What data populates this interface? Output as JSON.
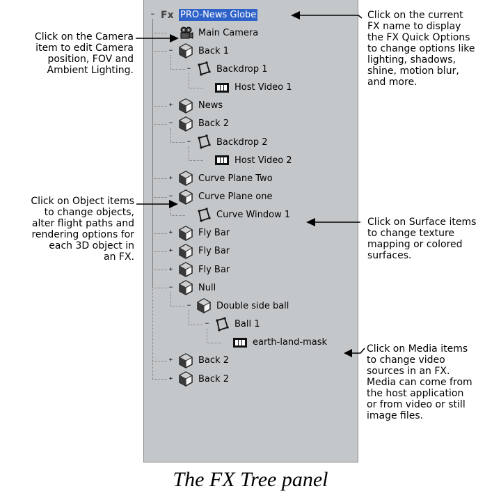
{
  "tree": [
    {
      "label": "PRO-News Globe",
      "icon": "fx-icon",
      "expander": "−",
      "depth": 0,
      "selected": true
    },
    {
      "label": "Main Camera",
      "icon": "camera-icon",
      "expander": "",
      "depth": 1
    },
    {
      "label": "Back 1",
      "icon": "object-icon",
      "expander": "−",
      "depth": 1
    },
    {
      "label": "Backdrop 1",
      "icon": "surface-icon",
      "expander": "−",
      "depth": 2
    },
    {
      "label": "Host Video 1",
      "icon": "media-icon",
      "expander": "",
      "depth": 3
    },
    {
      "label": "News",
      "icon": "object-icon",
      "expander": "+",
      "depth": 1
    },
    {
      "label": "Back 2",
      "icon": "object-icon",
      "expander": "−",
      "depth": 1
    },
    {
      "label": "Backdrop 2",
      "icon": "surface-icon",
      "expander": "−",
      "depth": 2
    },
    {
      "label": "Host Video 2",
      "icon": "media-icon",
      "expander": "",
      "depth": 3
    },
    {
      "label": "Curve Plane Two",
      "icon": "object-icon",
      "expander": "+",
      "depth": 1
    },
    {
      "label": "Curve Plane one",
      "icon": "object-icon",
      "expander": "−",
      "depth": 1
    },
    {
      "label": "Curve Window 1",
      "icon": "surface-icon",
      "expander": "",
      "depth": 2
    },
    {
      "label": "Fly Bar",
      "icon": "object-icon",
      "expander": "+",
      "depth": 1
    },
    {
      "label": "Fly Bar",
      "icon": "object-icon",
      "expander": "+",
      "depth": 1
    },
    {
      "label": "Fly Bar",
      "icon": "object-icon",
      "expander": "+",
      "depth": 1
    },
    {
      "label": "Null",
      "icon": "object-icon",
      "expander": "−",
      "depth": 1
    },
    {
      "label": "Double side ball",
      "icon": "object-icon",
      "expander": "−",
      "depth": 2
    },
    {
      "label": "Ball 1",
      "icon": "surface-icon",
      "expander": "−",
      "depth": 3
    },
    {
      "label": "earth-land-mask",
      "icon": "media-icon",
      "expander": "",
      "depth": 4
    },
    {
      "label": "Back 2",
      "icon": "object-icon",
      "expander": "+",
      "depth": 1
    },
    {
      "label": "Back 2",
      "icon": "object-icon",
      "expander": "+",
      "depth": 1
    }
  ],
  "annotations": {
    "camera": "Click on the Camera\nitem to edit Camera\nposition, FOV and\nAmbient Lighting.",
    "fx_name": "Click on the current\nFX name to display\nthe FX Quick Options\nto change options like\nlighting, shadows,\nshine, motion blur,\nand more.",
    "object": "Click on Object items\nto change objects,\nalter flight paths and\nrendering options for\neach 3D object in\nan FX.",
    "surface": "Click on Surface items\nto change texture\nmapping or colored\nsurfaces.",
    "media": "Click on Media items\nto change video\nsources in an FX.\nMedia can come from\nthe host application\nor from video or still\nimage files."
  },
  "caption": "The FX Tree panel"
}
